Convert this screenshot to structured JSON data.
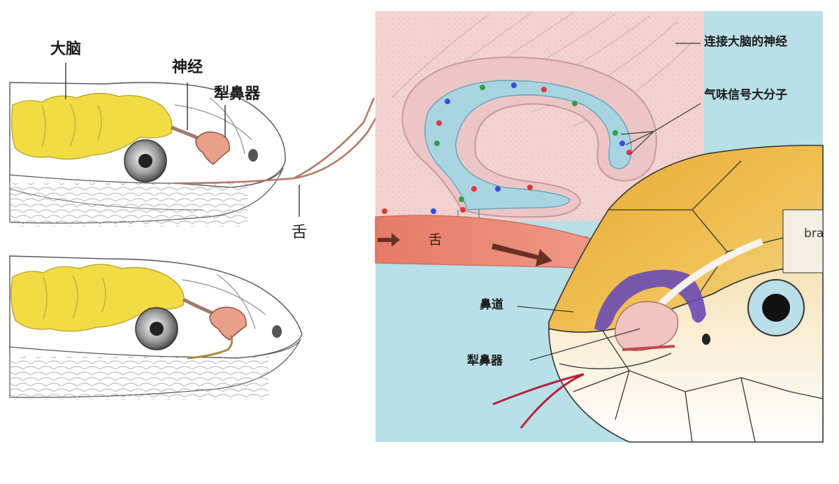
{
  "left_panel": {
    "labels": {
      "brain": "大脑",
      "nerve": "神经",
      "vomeronasal": "犁鼻器",
      "tongue": "舌"
    }
  },
  "right_panel": {
    "labels": {
      "nerve_to_brain": "连接大脑的神经",
      "odor_molecules": "气味信号大分子",
      "tongue": "舌",
      "nasal_passage": "鼻道",
      "vomeronasal": "犁鼻器",
      "brain_partial": "bra"
    }
  },
  "colors": {
    "brain_yellow": "#f2dc45",
    "organ_pink": "#e9a08a",
    "tongue_red": "#e38670",
    "cavity_blue": "#a8d4e1",
    "tissue_pink": "#f3d2d2",
    "background_blue": "#b9dfe8",
    "snake_orange": "#eab240",
    "nerve_purple": "#6a4bb5"
  }
}
